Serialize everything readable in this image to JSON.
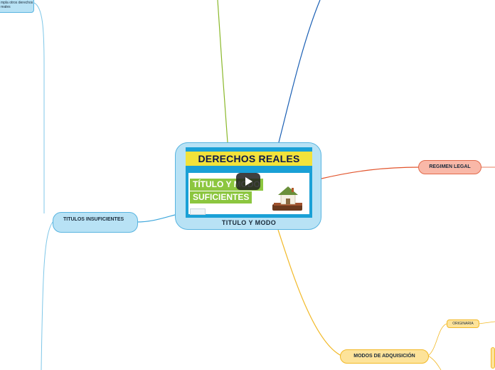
{
  "central": {
    "label": "TITULO Y MODO",
    "thumbnail": {
      "title": "DERECHOS REALES",
      "subtitle_line1": "TÍTULO Y MODO",
      "subtitle_line2": "SUFICIENTES"
    }
  },
  "nodes": {
    "titulos_insuficientes": "TITULOS INSUFICIENTES",
    "regimen_legal": "REGIMEN LEGAL",
    "modos_de_adquisicion": "MODOS DE ADQUISICIÓN",
    "originaria": "ORIGINARIA",
    "top_left_note": "mpla otros derechos reales"
  },
  "colors": {
    "blue_branch": "#58b4e0",
    "green_branch": "#8ab82a",
    "dark_blue_branch": "#1a5fb4",
    "red_branch": "#e2542c",
    "yellow_branch": "#f2b927"
  },
  "icons": {
    "video": "play-icon",
    "image": "house-on-book-icon"
  }
}
